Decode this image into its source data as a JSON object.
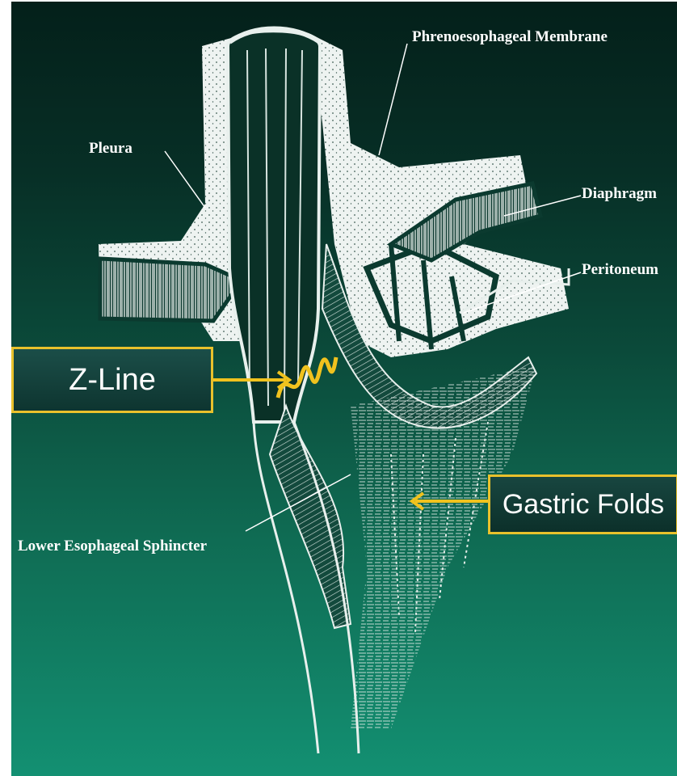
{
  "labels": {
    "phrenoesophageal_membrane": "Phrenoesophageal Membrane",
    "pleura": "Pleura",
    "diaphragm": "Diaphragm",
    "peritoneum": "Peritoneum",
    "lower_esophageal_sphincter": "Lower Esophageal Sphincter"
  },
  "callouts": {
    "z_line": "Z-Line",
    "gastric_folds": "Gastric Folds"
  },
  "colors": {
    "background_top": "#04201a",
    "background_bottom": "#139072",
    "callout_border": "#e9c12c",
    "arrow": "#f0c21e",
    "drawing": "#ffffff"
  },
  "icons": {
    "z_line_arrow": "arrow-right-icon",
    "gastric_folds_arrow": "arrow-left-icon"
  }
}
